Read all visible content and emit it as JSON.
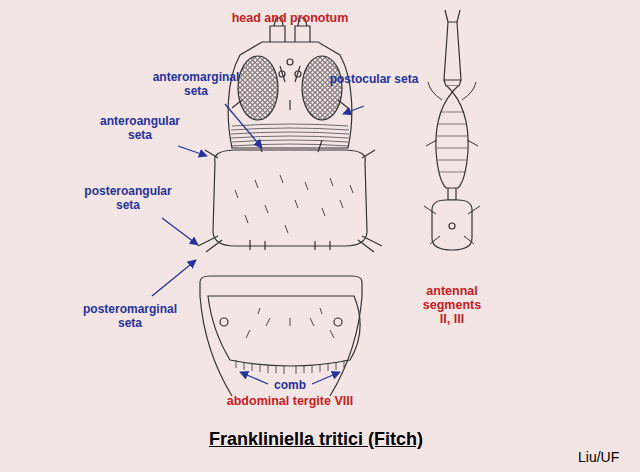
{
  "diagram": {
    "title": "Frankliniella tritici (Fitch)",
    "labels": [
      "head and pronotum",
      "anteromarginal seta",
      "postocular seta",
      "anteroangular seta",
      "posteroangular seta",
      "posteromarginal seta",
      "antennal segments II, III",
      "comb",
      "abdominal tergite VIII",
      "Liu/UF"
    ]
  }
}
